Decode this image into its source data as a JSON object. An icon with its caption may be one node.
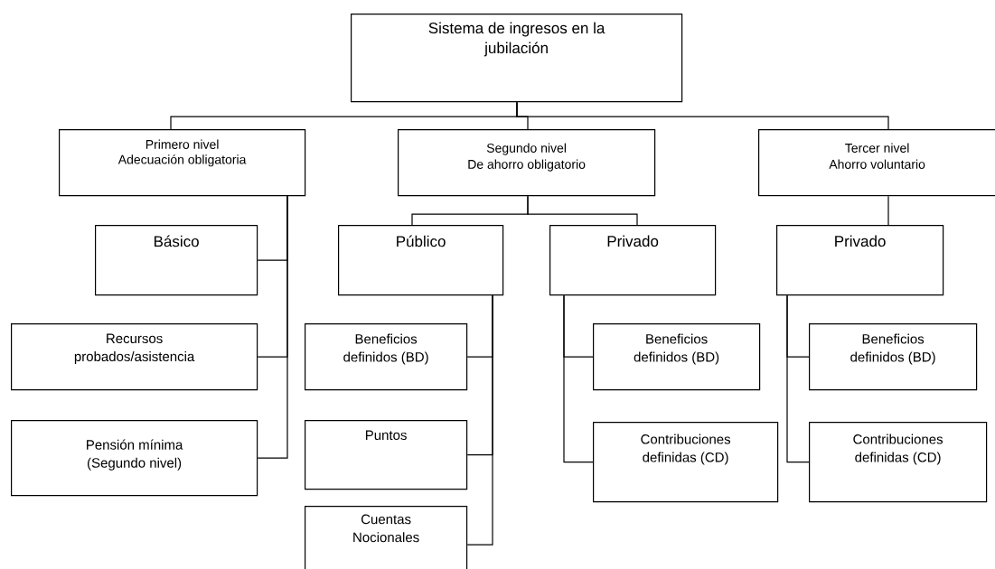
{
  "diagram": {
    "nodes": [
      {
        "text": [
          "Sistema de ingresos en la jubilación"
        ]
      },
      {
        "text": [
          "Primero nivel",
          "Adecuación obligatoria"
        ]
      },
      {
        "text": [
          "Segundo nivel",
          "De ahorro obligatorio"
        ]
      },
      {
        "text": [
          "Tercer nivel",
          "Ahorro voluntario"
        ]
      },
      {
        "text": [
          "Básico"
        ]
      },
      {
        "text": [
          "Recursos probados/asistencia"
        ]
      },
      {
        "text": [
          "Pensión mínima (Segundo nivel)"
        ]
      },
      {
        "text": [
          "Público"
        ]
      },
      {
        "text": [
          "Privado"
        ]
      },
      {
        "text": [
          "Beneficios definidos (BD)"
        ]
      },
      {
        "text": [
          "Puntos"
        ]
      },
      {
        "text": [
          "Cuentas Nocionales"
        ]
      },
      {
        "text": [
          "Beneficios definidos (BD)"
        ]
      },
      {
        "text": [
          "Contribuciones definidas (CD)"
        ]
      },
      {
        "text": [
          "Privado"
        ]
      },
      {
        "text": [
          "Beneficios definidos (BD)"
        ]
      },
      {
        "text": [
          "Contribuciones definidas (CD)"
        ]
      }
    ],
    "edges": [
      {
        "from": 0,
        "to": 1,
        "arrow": "none"
      },
      {
        "from": 0,
        "to": 2,
        "arrow": "none"
      },
      {
        "from": 0,
        "to": 3,
        "arrow": "none"
      },
      {
        "from": 1,
        "to": 4,
        "arrow": "none"
      },
      {
        "from": 1,
        "to": 5,
        "arrow": "none"
      },
      {
        "from": 1,
        "to": 6,
        "arrow": "none"
      },
      {
        "from": 2,
        "to": 7,
        "arrow": "none"
      },
      {
        "from": 2,
        "to": 8,
        "arrow": "none"
      },
      {
        "from": 3,
        "to": 14,
        "arrow": "none"
      },
      {
        "from": 7,
        "to": 9,
        "arrow": "none"
      },
      {
        "from": 7,
        "to": 10,
        "arrow": "none"
      },
      {
        "from": 7,
        "to": 11,
        "arrow": "none"
      },
      {
        "from": 8,
        "to": 12,
        "arrow": "none"
      },
      {
        "from": 8,
        "to": 13,
        "arrow": "none"
      },
      {
        "from": 14,
        "to": 15,
        "arrow": "none"
      },
      {
        "from": 14,
        "to": 16,
        "arrow": "none"
      }
    ]
  }
}
